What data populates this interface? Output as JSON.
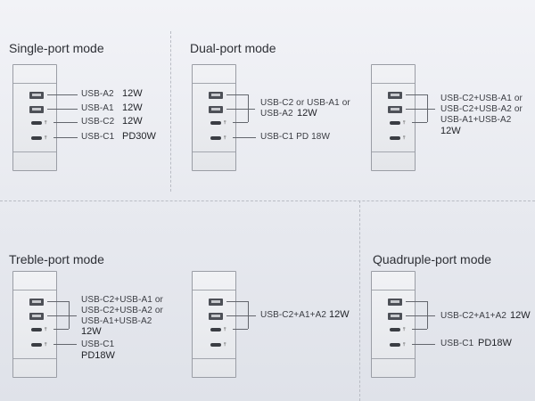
{
  "sections": {
    "single": "Single-port mode",
    "dual": "Dual-port mode",
    "treble": "Treble-port mode",
    "quad": "Quadruple-port mode"
  },
  "single": {
    "a2_port": "USB-A2",
    "a2_power": "12W",
    "a1_port": "USB-A1",
    "a1_power": "12W",
    "c2_port": "USB-C2",
    "c2_power": "12W",
    "c1_port": "USB-C1",
    "c1_power": "PD30W"
  },
  "dual1": {
    "line1": "USB-C2 or USB-A1 or",
    "line2": "USB-A2",
    "power": "12W",
    "c1_text": "USB-C1 PD 18W"
  },
  "dual2": {
    "line1": "USB-C2+USB-A1 or",
    "line2": "USB-C2+USB-A2 or",
    "line3": "USB-A1+USB-A2",
    "power": "12W"
  },
  "treble1": {
    "line1": "USB-C2+USB-A1 or",
    "line2": "USB-C2+USB-A2 or",
    "line3": "USB-A1+USB-A2",
    "power": "12W",
    "c1_port": "USB-C1",
    "c1_power": "PD18W"
  },
  "treble2": {
    "text": "USB-C2+A1+A2",
    "power": "12W"
  },
  "quad": {
    "text": "USB-C2+A1+A2",
    "power": "12W",
    "c1_port": "USB-C1",
    "c1_power": "PD18W"
  },
  "colors": {
    "background": "#eceef3",
    "port": "#4d5057",
    "line": "#63666d"
  },
  "icons": {
    "usb_symbol": "⫯"
  }
}
